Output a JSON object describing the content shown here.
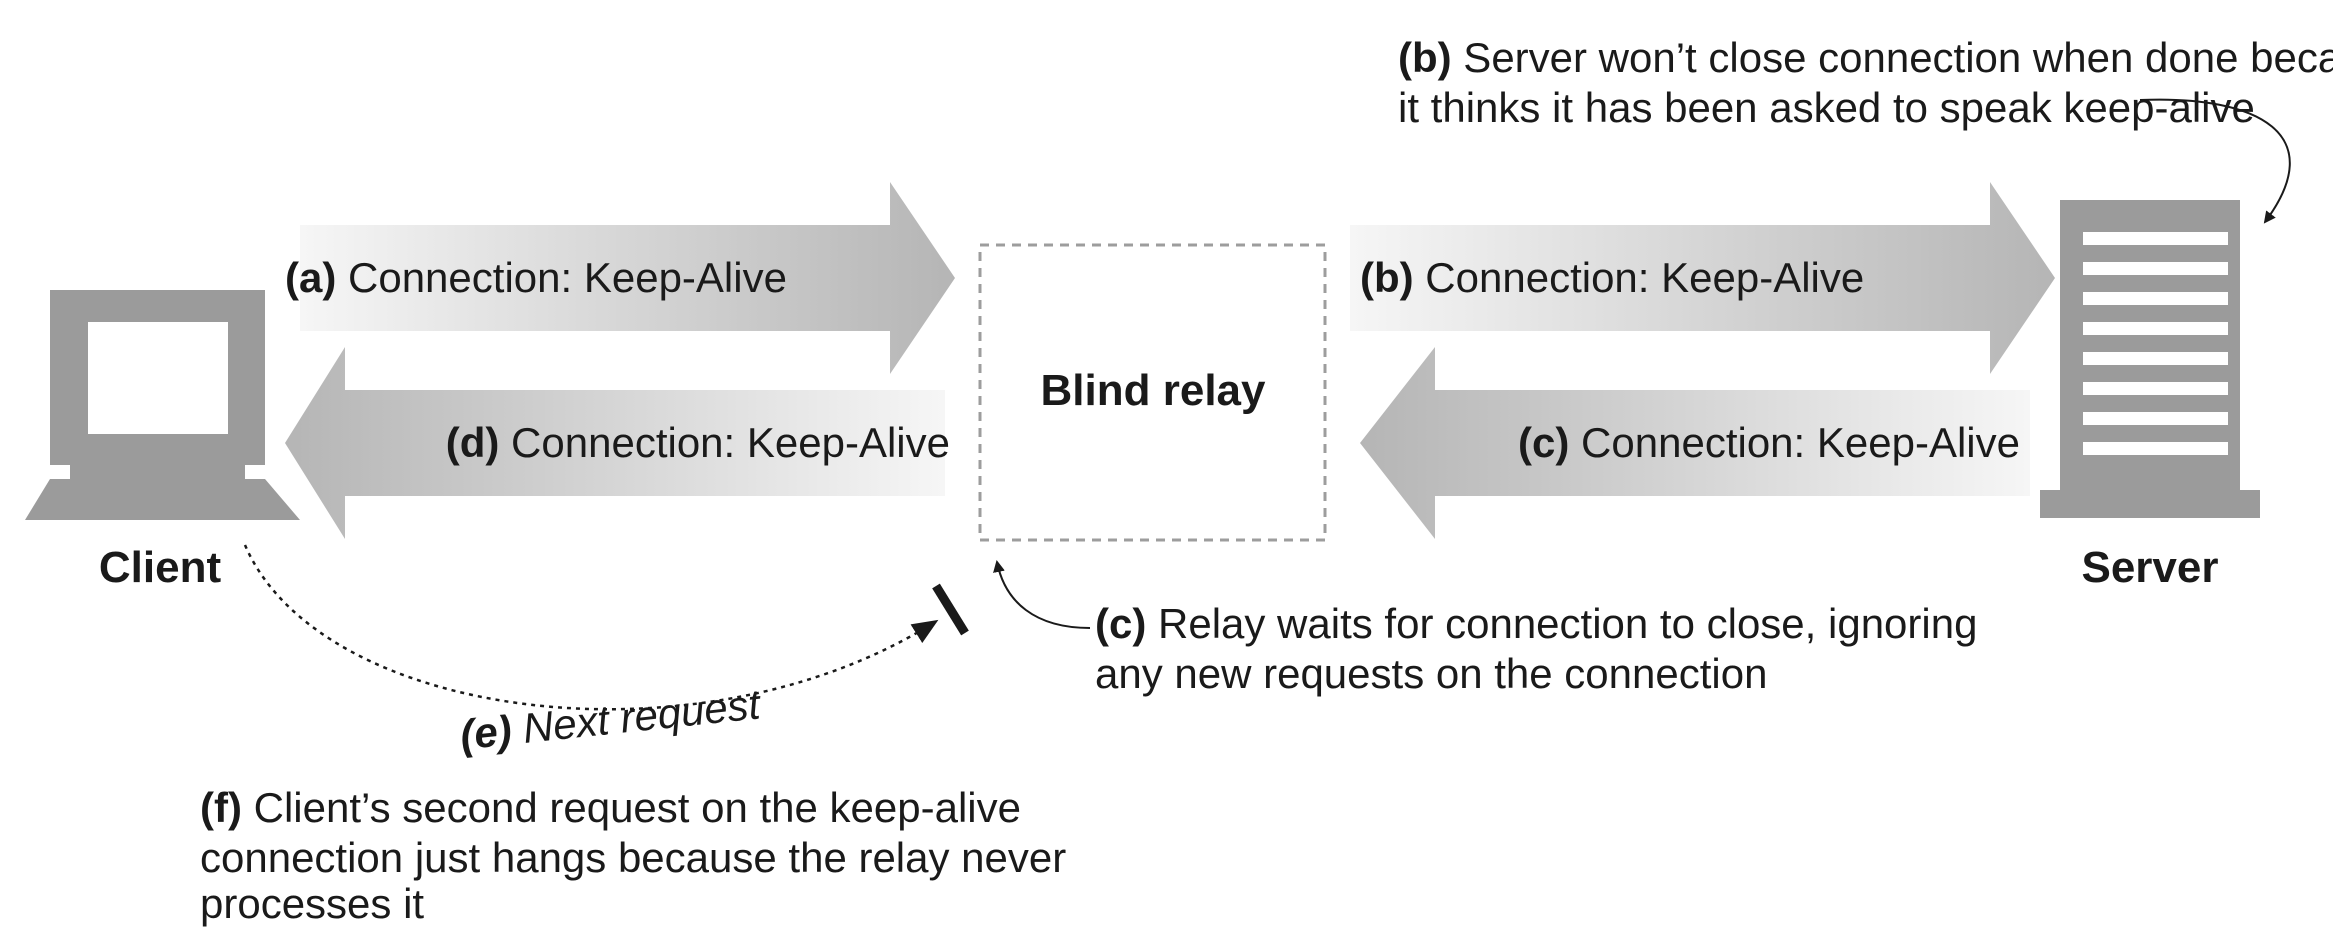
{
  "nodes": {
    "client": {
      "label": "Client",
      "icon": "computer-monitor-icon"
    },
    "relay": {
      "label": "Blind relay"
    },
    "server": {
      "label": "Server",
      "icon": "server-rack-icon"
    }
  },
  "arrows": {
    "a": {
      "tag": "(a)",
      "text": " Connection: Keep-Alive"
    },
    "b": {
      "tag": "(b)",
      "text": " Connection: Keep-Alive"
    },
    "c": {
      "tag": "(c)",
      "text": " Connection: Keep-Alive"
    },
    "d": {
      "tag": "(d)",
      "text": " Connection: Keep-Alive"
    },
    "e": {
      "tag": "(e)",
      "text": " Next request"
    }
  },
  "notes": {
    "b": {
      "tag": "(b)",
      "line1": " Server won’t close connection when done because",
      "line2": "it thinks it has been asked to speak keep-alive"
    },
    "c": {
      "tag": "(c)",
      "line1": " Relay waits for connection to close, ignoring",
      "line2": "any new requests on the connection"
    },
    "f": {
      "tag": "(f)",
      "line1": " Client’s second request on the keep-alive",
      "line2": "connection just hangs because the relay never",
      "line3": "processes it"
    }
  },
  "colors": {
    "icon_gray": "#9b9b9b",
    "arrow_dark": "#b7b7b7",
    "arrow_light": "#f4f4f4",
    "text": "#1a1a1a"
  }
}
